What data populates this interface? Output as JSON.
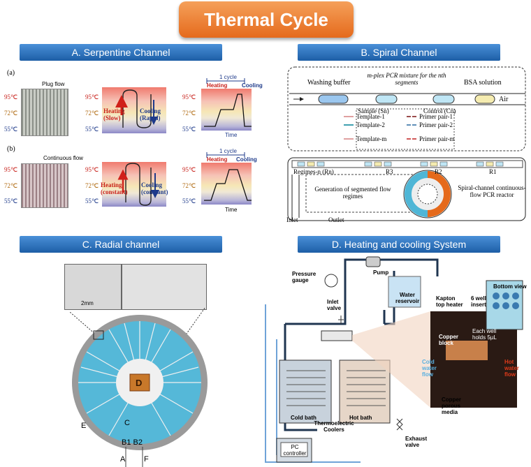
{
  "title": "Thermal Cycle",
  "sections": {
    "a": "A. Serpentine Channel",
    "b": "B. Spiral Channel",
    "c": "C. Radial channel",
    "d": "D. Heating and cooling System"
  },
  "serpentine": {
    "row_a": "(a)",
    "row_b": "(b)",
    "plug_flow": "Plug flow",
    "continuous_flow": "Continuous flow",
    "t95": "95℃",
    "t72": "72℃",
    "t55": "55℃",
    "heating_slow": "Heating\n(Slow)",
    "cooling_rapid": "Cooling\n(Rapid)",
    "heating_constant": "Heating\n(constant)",
    "cooling_constant": "Cooling\n(constant)",
    "one_cycle": "1 cycle",
    "heating": "Heating",
    "cooling": "Cooling",
    "time": "Time"
  },
  "spiral": {
    "washing_buffer": "Washing buffer",
    "mplex": "m-plex PCR mixture for the nth segments",
    "bsa": "BSA solution",
    "air": "Air",
    "sample": "Sample (Sn)",
    "control": "Control (Cn)",
    "template1": "Template-1",
    "template2": "Template-2",
    "templatem": "Template-m",
    "primer1": "Primer pair-1",
    "primer2": "Primer pair-2",
    "primerm": "Primer pair-m",
    "regimes": "Regimes-n (Rn)",
    "r3": "R3",
    "r2": "R2",
    "r1": "R1",
    "generation": "Generation of segmented flow regimes",
    "reactor": "Spiral-channel continuous-flow PCR reactor",
    "inlet": "Inlet",
    "outlet": "Outlet"
  },
  "radial": {
    "scale": "2mm",
    "d": "D",
    "e": "E",
    "c": "C",
    "b1b2": "B1 B2",
    "a": "A",
    "f": "F"
  },
  "system": {
    "pressure_gauge": "Pressure gauge",
    "pump": "Pump",
    "water_reservoir": "Water reservoir",
    "inlet_valve": "Inlet valve",
    "kapton": "Kapton top heater",
    "six_well": "6 well insert",
    "bottom_view": "Bottom view",
    "each_well": "Each well holds 5µL",
    "copper_block": "Copper block",
    "cold_water": "Cold water flow",
    "hot_water": "Hot water flow",
    "copper_porous": "Copper porous media",
    "cold_bath": "Cold bath",
    "hot_bath": "Hot bath",
    "thermoelectric": "Thermoelectric Coolers",
    "exhaust": "Exhaust valve",
    "pc": "PC controller"
  }
}
